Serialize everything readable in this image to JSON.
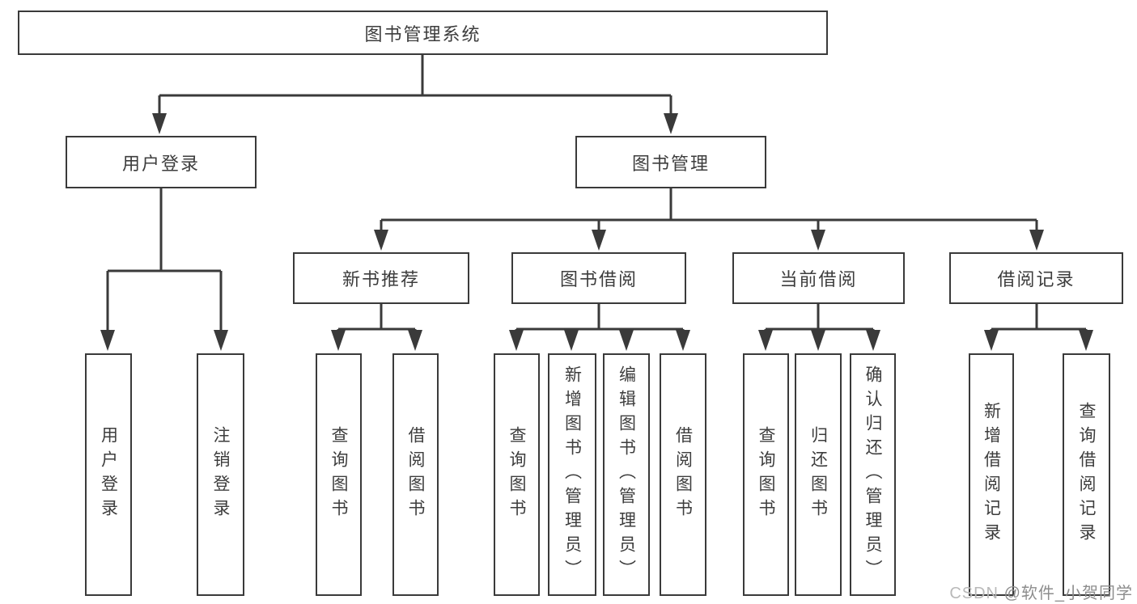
{
  "colors": {
    "background": "#ffffff",
    "line": "#3a3a3a",
    "box_border": "#3a3a3a",
    "text": "#3d3d3d",
    "watermark_prefix": "#b9b9b9",
    "watermark_name": "#8d8d8d"
  },
  "tree": {
    "label": "图书管理系统",
    "children": [
      {
        "label": "用户登录",
        "children": [
          {
            "label": "用户登录"
          },
          {
            "label": "注销登录"
          }
        ]
      },
      {
        "label": "图书管理",
        "children": [
          {
            "label": "新书推荐",
            "children": [
              {
                "label": "查询图书"
              },
              {
                "label": "借阅图书"
              }
            ]
          },
          {
            "label": "图书借阅",
            "children": [
              {
                "label": "查询图书"
              },
              {
                "label": "新增图书（管理员）"
              },
              {
                "label": "编辑图书（管理员）"
              },
              {
                "label": "借阅图书"
              }
            ]
          },
          {
            "label": "当前借阅",
            "children": [
              {
                "label": "查询图书"
              },
              {
                "label": "归还图书"
              },
              {
                "label": "确认归还（管理员）"
              }
            ]
          },
          {
            "label": "借阅记录",
            "children": [
              {
                "label": "新增借阅记录"
              },
              {
                "label": "查询借阅记录"
              }
            ]
          }
        ]
      }
    ]
  },
  "watermark": {
    "prefix": "CSDN ",
    "name": "@软件_小贺同学"
  }
}
